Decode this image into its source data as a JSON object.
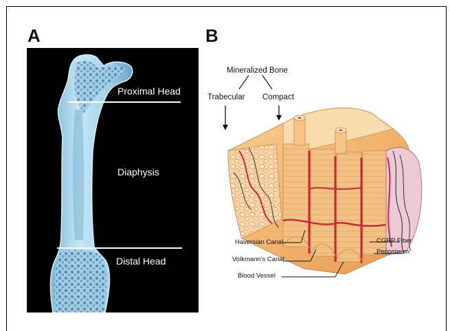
{
  "panel_a": {
    "letter": "A",
    "labels": {
      "proximal": "Proximal Head",
      "diaphysis": "Diaphysis",
      "distal": "Distal Head"
    }
  },
  "panel_b": {
    "letter": "B",
    "labels": {
      "mineralized": "Mineralized Bone",
      "trabecular": "Trabecular",
      "compact": "Compact",
      "haversian": "Haversian Canal",
      "volkmann": "Volkmann's Canal",
      "vessel": "Blood Vessel",
      "cgrp": "CGRP Fiber",
      "periosteum": "Periosteum"
    }
  },
  "colors": {
    "bone_xray": "#a9d4ea",
    "bone_tissue": "#f3b978",
    "vessel": "#c42a36",
    "fiber": "#333333"
  }
}
